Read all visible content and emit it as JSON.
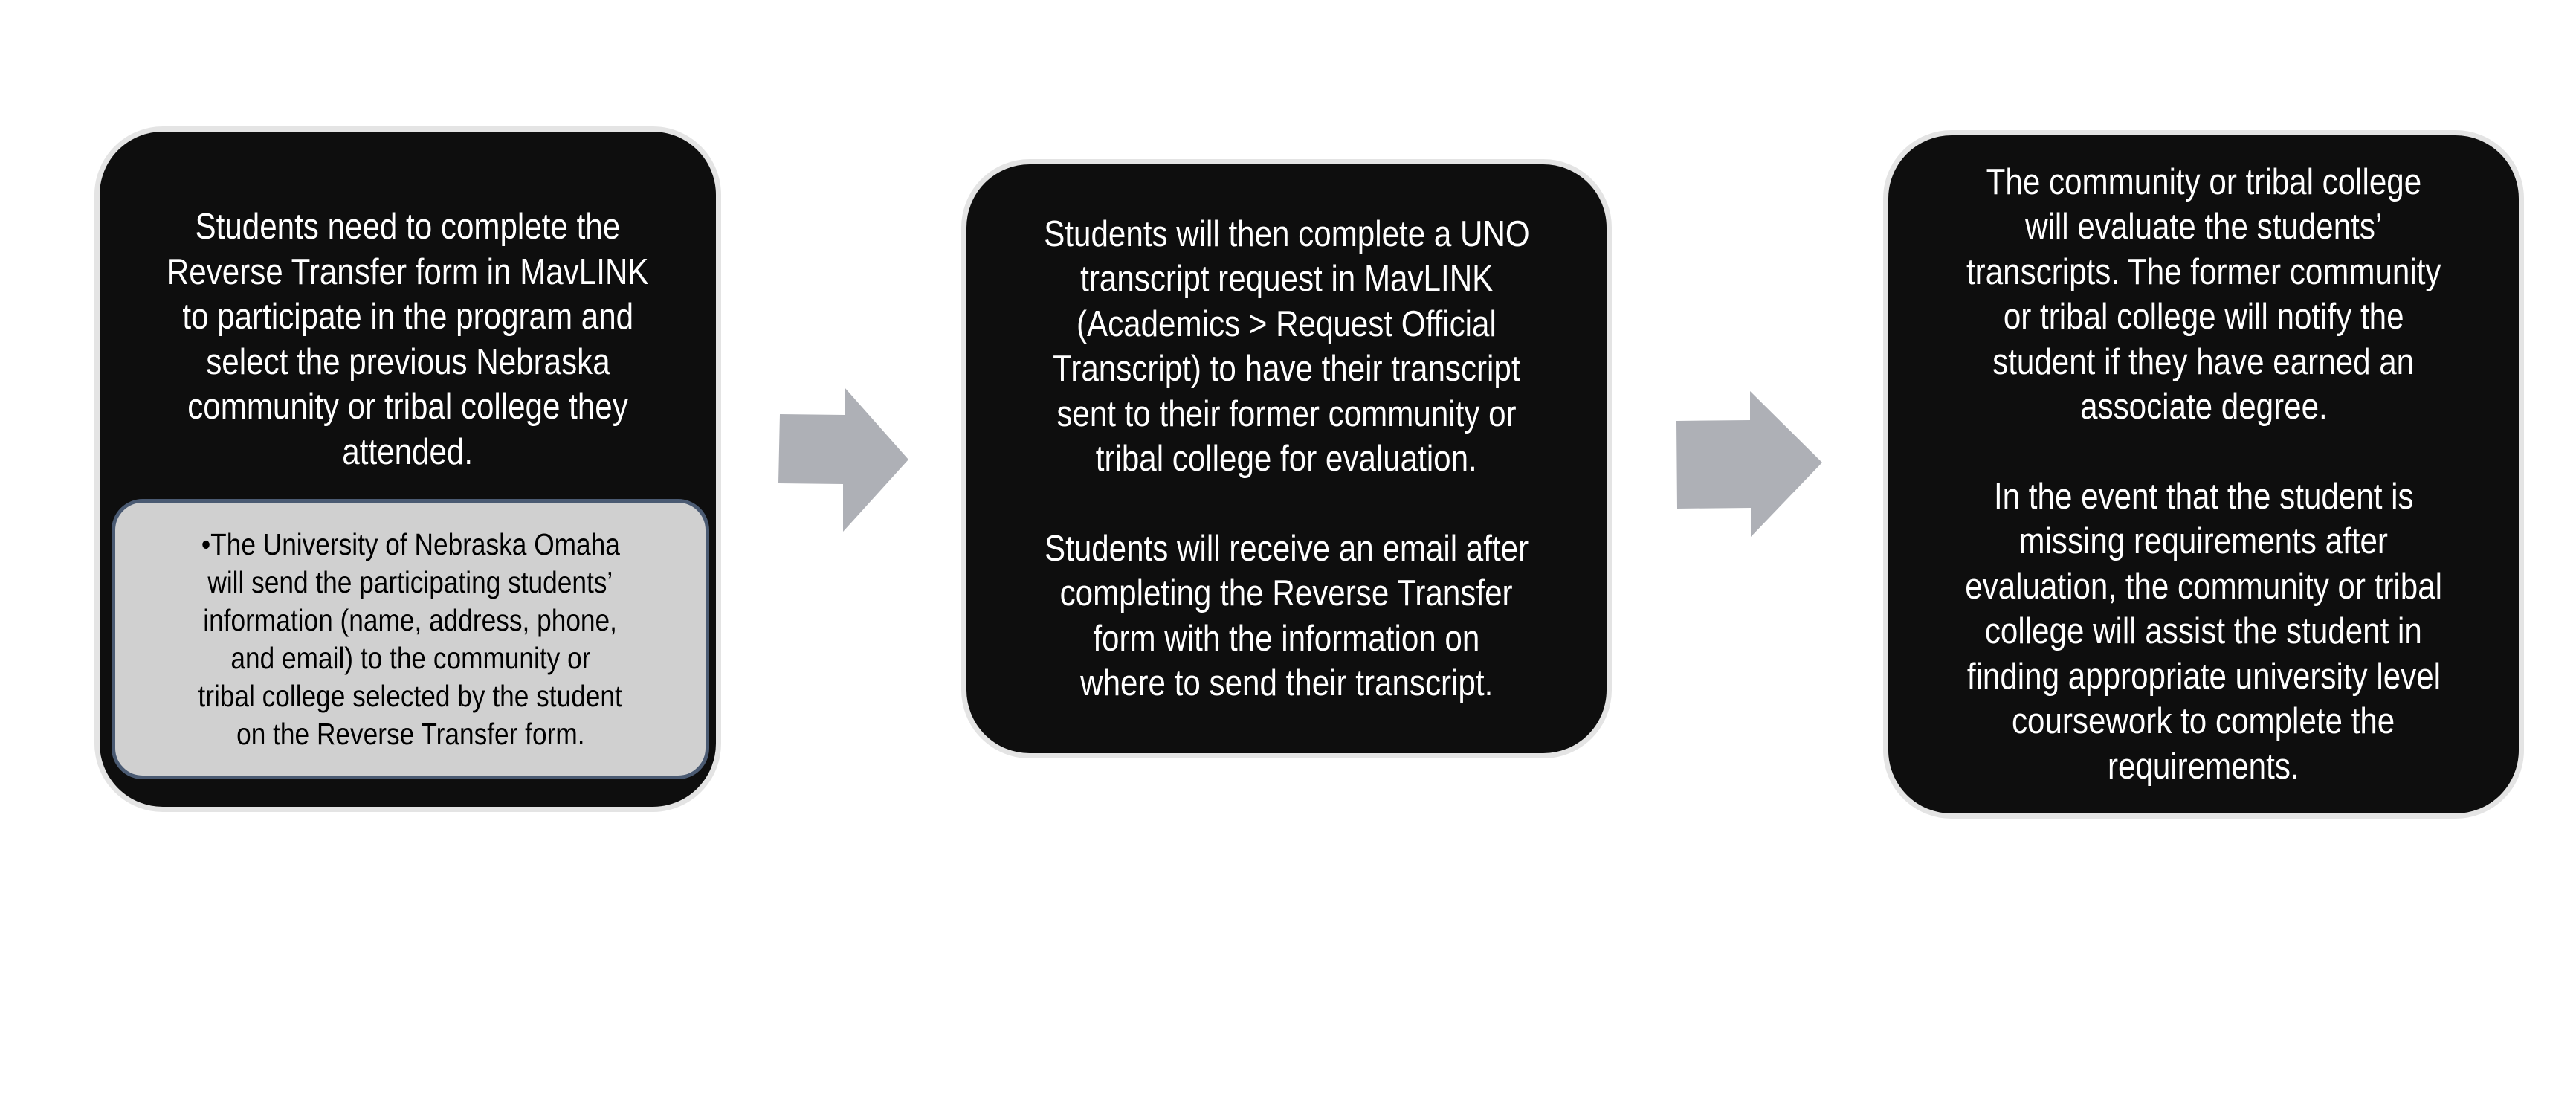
{
  "diagram": {
    "type": "process-flow",
    "colors": {
      "box_fill": "#0E0E0E",
      "box_outline": "#E4E4E4",
      "box_text": "#FFFFFF",
      "callout_fill": "#D0D0D0",
      "callout_border": "#4A5A72",
      "callout_text": "#000000",
      "arrow_fill": "#AEB0B6",
      "background": "#FFFFFF"
    },
    "steps": [
      {
        "paragraphs": [
          {
            "lines": [
              "Students need to complete the",
              "Reverse Transfer form in MavLINK",
              "to participate in the program and",
              "select the previous Nebraska",
              "community or tribal college they",
              "attended."
            ]
          }
        ],
        "callout": {
          "bullet": "•",
          "lines": [
            "The University of Nebraska Omaha",
            "will send the participating students’",
            "information (name, address, phone,",
            "and email) to the community or",
            "tribal college selected by the student",
            "on the Reverse Transfer form."
          ]
        }
      },
      {
        "paragraphs": [
          {
            "lines": [
              "Students will then complete a UNO",
              "transcript request in MavLINK",
              "(Academics > Request Official",
              "Transcript) to have their transcript",
              "sent to their former community or",
              "tribal college for evaluation."
            ]
          },
          {
            "lines": [
              "Students will receive an email after",
              "completing the Reverse Transfer",
              "form with the information on",
              "where to send their transcript."
            ]
          }
        ]
      },
      {
        "paragraphs": [
          {
            "lines": [
              "The community or tribal college",
              "will evaluate the students’",
              "transcripts. The former community",
              "or tribal college will notify the",
              "student if they have earned an",
              "associate degree."
            ]
          },
          {
            "lines": [
              "In the event that the student is",
              "missing requirements after",
              "evaluation, the community or tribal",
              "college will assist the student in",
              "finding appropriate university level",
              "coursework to complete the",
              "requirements."
            ]
          }
        ]
      }
    ],
    "connectors": [
      {
        "from": 1,
        "to": 2,
        "icon": "right-arrow-icon"
      },
      {
        "from": 2,
        "to": 3,
        "icon": "right-arrow-icon"
      }
    ]
  }
}
